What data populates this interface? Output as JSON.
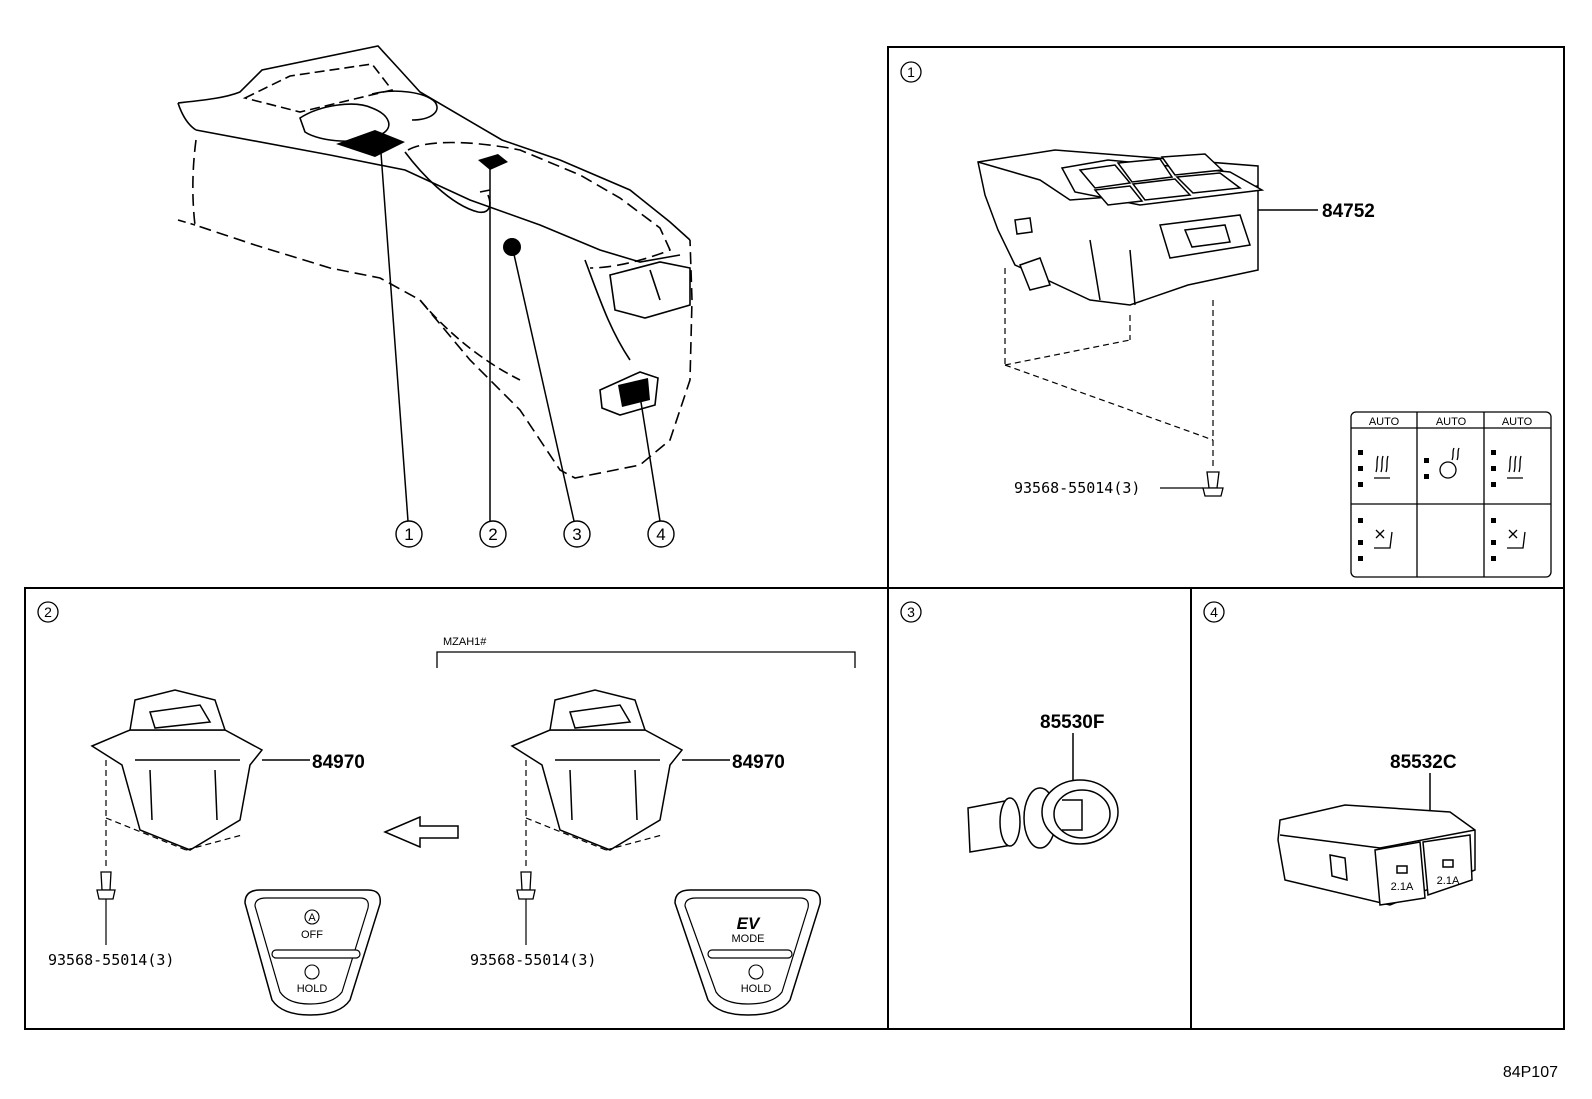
{
  "overview": {
    "callouts": [
      "1",
      "2",
      "3",
      "4"
    ]
  },
  "panel1": {
    "index": "1",
    "part_number": "84752",
    "screw_ref": "93568-55014(3)",
    "variants": [
      {
        "top_label": "AUTO"
      },
      {
        "top_label": "AUTO"
      },
      {
        "top_label": "AUTO"
      }
    ]
  },
  "panel2": {
    "index": "2",
    "left_part_number": "84970",
    "right_part_number": "84970",
    "left_screw_ref": "93568-55014(3)",
    "right_screw_ref": "93568-55014(3)",
    "model_bracket": "MZAH1#",
    "left_cover": {
      "top": "OFF",
      "bottom": "HOLD",
      "auto_glyph": "A"
    },
    "right_cover": {
      "logo": "EV",
      "top": "MODE",
      "bottom": "HOLD"
    }
  },
  "panel3": {
    "index": "3",
    "part_number": "85530F"
  },
  "panel4": {
    "index": "4",
    "part_number": "85532C",
    "port_labels": [
      "2.1A",
      "2.1A"
    ]
  },
  "footer": {
    "diagram_id": "84P107"
  }
}
